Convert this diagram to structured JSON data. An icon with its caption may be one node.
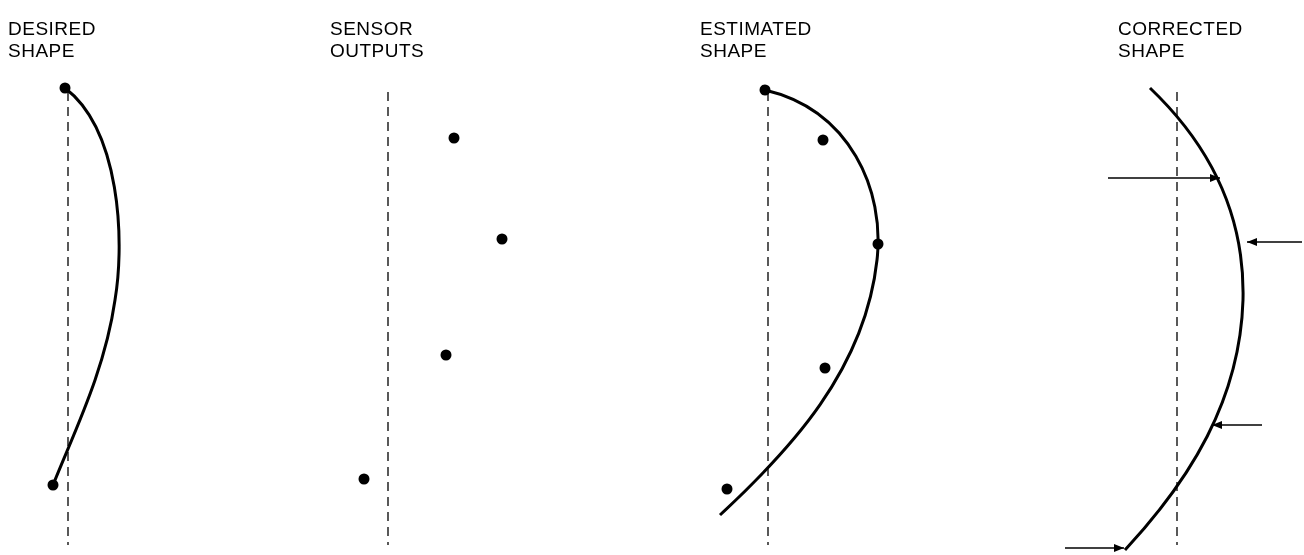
{
  "diagram": {
    "labels": [
      "DESIRED SHAPE",
      "SENSOR OUTPUTS",
      "ESTIMATED SHAPE",
      "CORRECTED SHAPE"
    ]
  }
}
